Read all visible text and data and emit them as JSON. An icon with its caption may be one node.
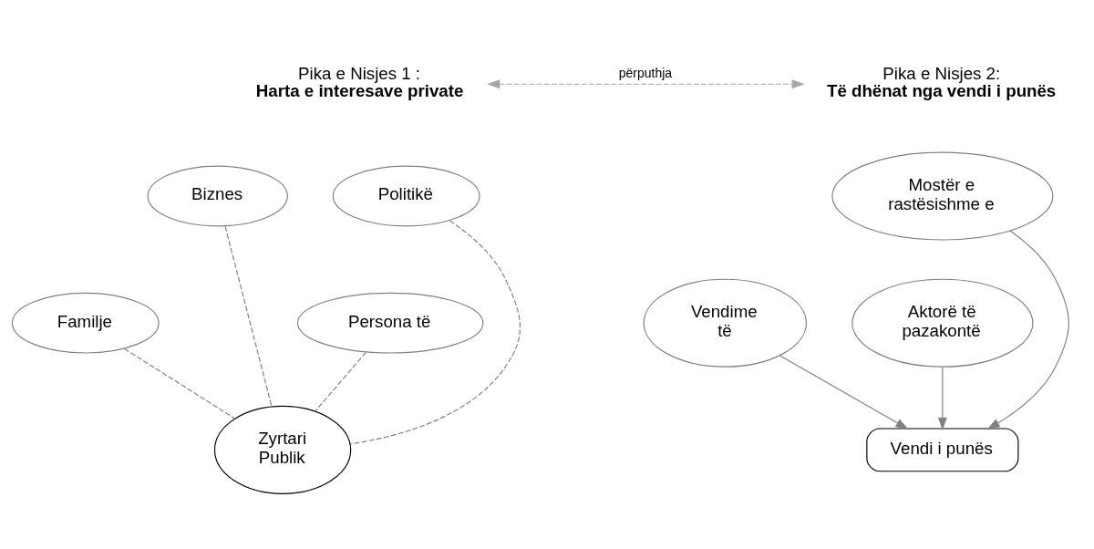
{
  "diagram": {
    "nodes": [
      {
        "text": [
          "Pika e Nisjes 1 :",
          "Harta e interesave private"
        ]
      },
      {
        "text": [
          "Pika e Nisjes 2:",
          "Të dhënat nga vendi i punës"
        ]
      },
      {
        "text": [
          "Biznes"
        ]
      },
      {
        "text": [
          "Politikë"
        ]
      },
      {
        "text": [
          "Familje"
        ]
      },
      {
        "text": [
          "Persona të"
        ]
      },
      {
        "text": [
          "Zyrtari Publik"
        ]
      },
      {
        "text": [
          "Mostër e rastësishme e"
        ]
      },
      {
        "text": [
          "Vendime të"
        ]
      },
      {
        "text": [
          "Aktorë të pazakontë"
        ]
      },
      {
        "text": [
          "Vendi i punës"
        ]
      }
    ],
    "edges": [
      {
        "from": 0,
        "to": 1,
        "arrow": "both",
        "label": "përputhja",
        "style": "dashed",
        "color": "#a6a6a6"
      },
      {
        "from": 2,
        "to": 6,
        "arrow": "none",
        "style": "dashed"
      },
      {
        "from": 3,
        "to": 6,
        "arrow": "none",
        "style": "dashed"
      },
      {
        "from": 4,
        "to": 6,
        "arrow": "none",
        "style": "dashed"
      },
      {
        "from": 5,
        "to": 6,
        "arrow": "none",
        "style": "dashed"
      },
      {
        "from": 7,
        "to": 10,
        "arrow": "to"
      },
      {
        "from": 8,
        "to": 10,
        "arrow": "to"
      },
      {
        "from": 9,
        "to": 10,
        "arrow": "to"
      }
    ]
  }
}
